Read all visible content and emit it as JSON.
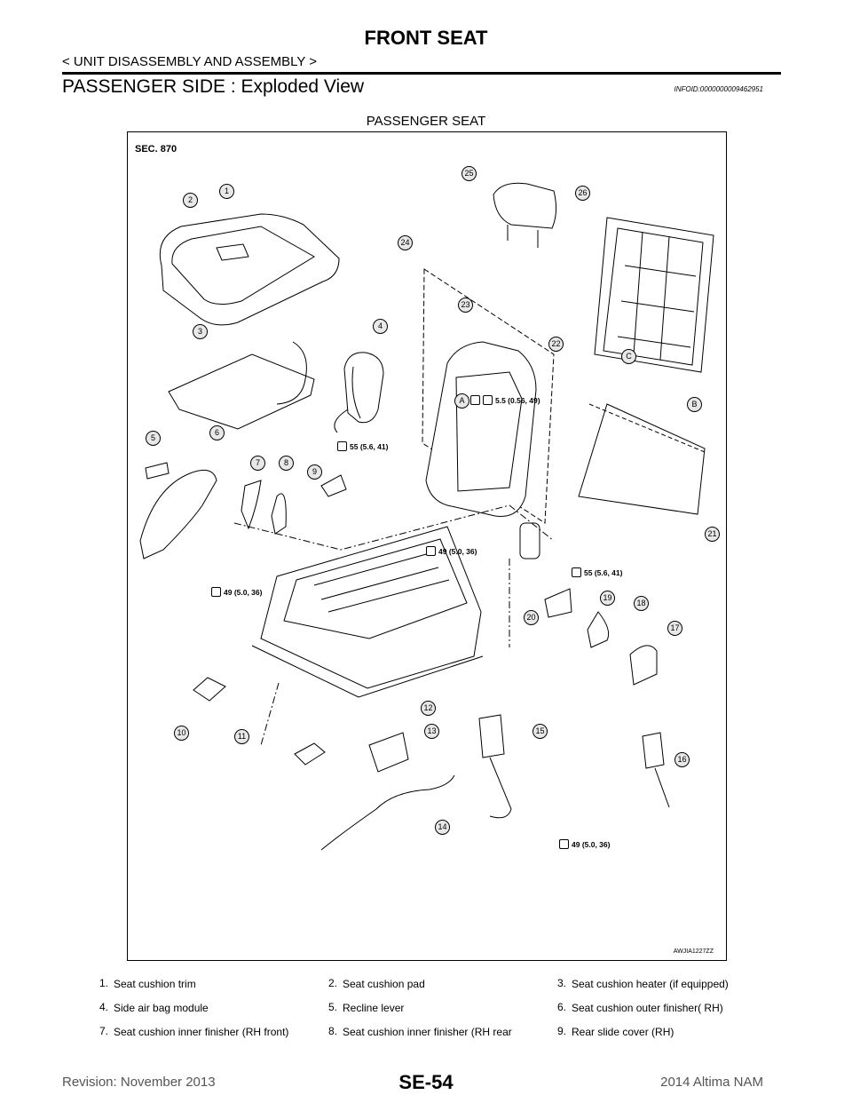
{
  "header": {
    "title": "FRONT SEAT",
    "subtitle": "< UNIT DISASSEMBLY AND ASSEMBLY >",
    "section_title": "PASSENGER SIDE : Exploded View",
    "info_id": "INFOID:0000000009462951"
  },
  "figure": {
    "caption": "PASSENGER SEAT",
    "sec_label": "SEC. 870",
    "code": "AWJIA1227ZZ",
    "callouts": [
      "1",
      "2",
      "3",
      "4",
      "5",
      "6",
      "7",
      "8",
      "9",
      "10",
      "11",
      "12",
      "13",
      "14",
      "15",
      "16",
      "17",
      "18",
      "19",
      "20",
      "21",
      "22",
      "23",
      "24",
      "25",
      "26"
    ],
    "letters": [
      "A",
      "B",
      "C"
    ],
    "torque_a": "5.5 (0.56, 49)",
    "torque_55_upper": "55 (5.6, 41)",
    "torque_55_right": "55 (5.6, 41)",
    "torque_49_mid": "49 (5.0, 36)",
    "torque_49_left": "49 (5.0, 36)",
    "torque_49_bottom": "49 (5.0, 36)"
  },
  "legend": [
    [
      {
        "num": "1.",
        "text": "Seat cushion trim"
      },
      {
        "num": "2.",
        "text": "Seat cushion pad"
      },
      {
        "num": "3.",
        "text": "Seat cushion heater (if equipped)"
      }
    ],
    [
      {
        "num": "4.",
        "text": "Side air bag module"
      },
      {
        "num": "5.",
        "text": "Recline lever"
      },
      {
        "num": "6.",
        "text": "Seat cushion outer finisher( RH)"
      }
    ],
    [
      {
        "num": "7.",
        "text": "Seat cushion inner finisher (RH front)"
      },
      {
        "num": "8.",
        "text": "Seat cushion inner finisher (RH rear"
      },
      {
        "num": "9.",
        "text": "Rear slide cover (RH)"
      }
    ]
  ],
  "footer": {
    "revision": "Revision: November 2013",
    "page": "SE-54",
    "model": "2014 Altima NAM"
  }
}
